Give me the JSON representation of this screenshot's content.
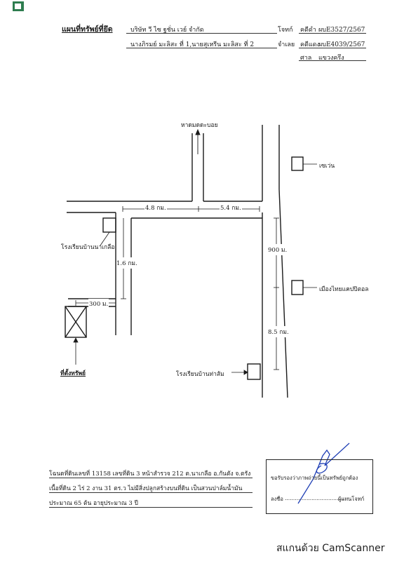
{
  "header": {
    "title": "แผนที่ทรัพย์ที่ยึด",
    "company": "บริษัท วี ไซ ฐชั่น เวย์ จำกัด",
    "plaintiff_label": "โจทก์",
    "case_black": "คดีดำ",
    "case_black_no": "ผบE3527/2567",
    "defendants": "นางภิรมย์  มะลิสะ ที่ 1,นายสุเหรีน  มะลิสะ ที่ 2",
    "defendant_label": "จำเลย",
    "case_red": "คดีแดง",
    "case_red_no": "ผบE4039/2567",
    "court_label": "ศาล",
    "court_name": "แขวงครึง"
  },
  "map": {
    "north_road": "หาดมดดะบอย",
    "seven_eleven": "เซเว่น",
    "school_naklua": "โรงเรียนบ้านนาเกลือ",
    "dist_48": "4.8 กม.",
    "dist_54": "5.4 กม.",
    "dist_900": "900 ม.",
    "dist_16": "1.6 กม.",
    "mueang_thai": "เมืองไทยแคปปิตอล",
    "dist_300": "300 ม.",
    "dist_85": "8.5 กม.",
    "school_thasom": "โรงเรียนบ้านท่าส้ม",
    "property_label": "ที่ตั้งทรัพย์"
  },
  "footer": {
    "line1": "โฉนดที่ดินเลขที่  13158 เลขที่ดิน 3 หน้าสำรวจ 212 ต.นาเกลือ อ.กันตัง จ.ตรัง",
    "line2": "เนื้อที่ดิน 2 ไร่ 2 งาน 31 ตร.ว  ไม่มีสิ่งปลูกสร้างบนที่ดิน เป็นสวนปาล์มน้ำมัน",
    "line3": "ประมาณ 65 ต้น อายุประมาณ 3 ปี",
    "certify": "ขอรับรองว่าภาพถ่ายนี้เป็นทรัพย์ถูกต้อง",
    "sign_label": "ลงชื่อ",
    "sign_dots": "....................................",
    "sign_role": "ผู้แทนโจทก์"
  },
  "watermark": "สแกนด้วย CamScanner"
}
